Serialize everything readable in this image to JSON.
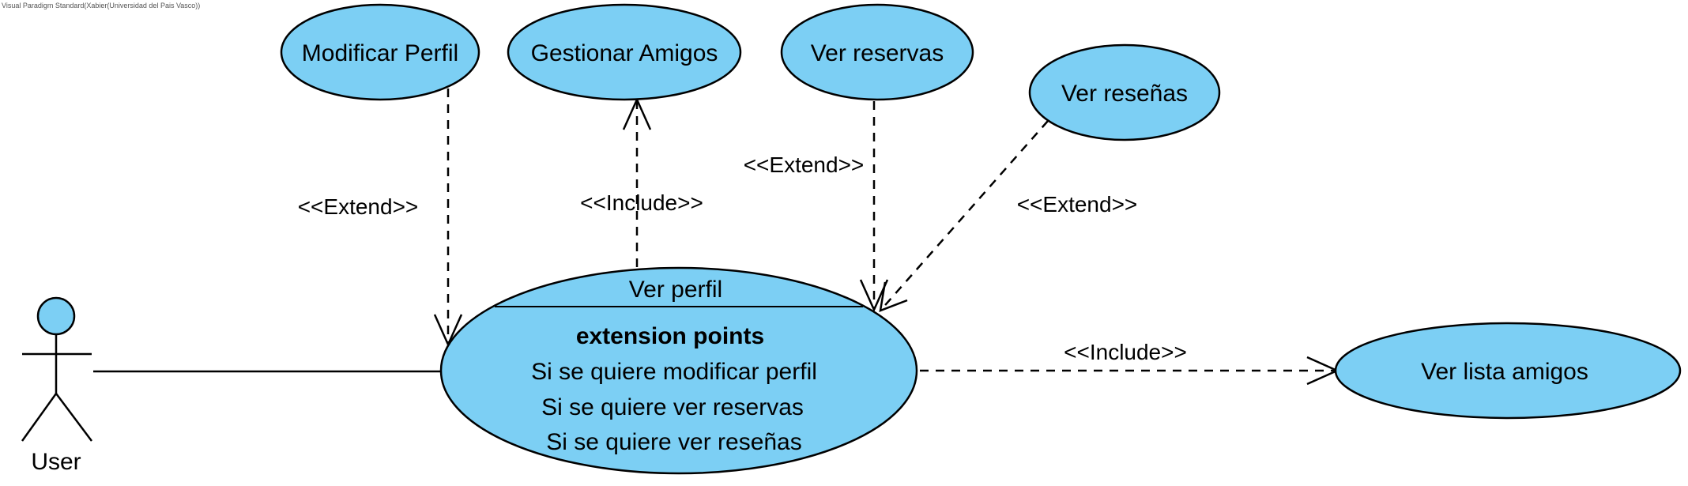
{
  "watermark": "Visual Paradigm Standard(Xabier(Universidad del Pais Vasco))",
  "colors": {
    "usecase_fill": "#7ccff4",
    "line": "#000000"
  },
  "actor": {
    "name": "User"
  },
  "usecases": {
    "modificar_perfil": "Modificar Perfil",
    "gestionar_amigos": "Gestionar Amigos",
    "ver_reservas": "Ver reservas",
    "ver_resenas": "Ver reseñas",
    "ver_perfil": "Ver perfil",
    "ver_lista_amigos": "Ver lista amigos"
  },
  "extension_points": {
    "heading": "extension points",
    "items": [
      "Si se quiere modificar perfil",
      "Si se quiere ver reservas",
      "Si se quiere ver reseñas"
    ]
  },
  "relations": {
    "extend_modificar": "<<Extend>>",
    "include_gestionar": "<<Include>>",
    "extend_reservas": "<<Extend>>",
    "extend_resenas": "<<Extend>>",
    "include_lista": "<<Include>>"
  }
}
